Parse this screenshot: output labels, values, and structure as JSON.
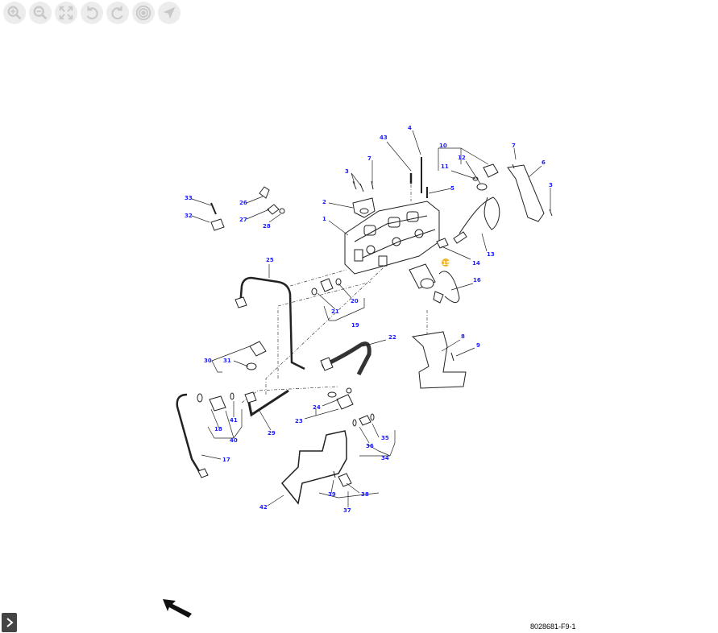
{
  "toolbar": {
    "buttons": [
      {
        "name": "zoom-in-icon"
      },
      {
        "name": "zoom-out-icon"
      },
      {
        "name": "fit-screen-icon"
      },
      {
        "name": "rotate-left-icon"
      },
      {
        "name": "rotate-right-icon"
      },
      {
        "name": "target-icon"
      },
      {
        "name": "pointer-icon"
      }
    ],
    "icon_color": "#c8c8c8"
  },
  "diagram": {
    "callouts": [
      "1",
      "2",
      "3",
      "3",
      "4",
      "5",
      "6",
      "7",
      "7",
      "8",
      "9",
      "10",
      "11",
      "12",
      "13",
      "14",
      "15",
      "16",
      "17",
      "18",
      "19",
      "20",
      "21",
      "22",
      "23",
      "24",
      "25",
      "26",
      "27",
      "28",
      "29",
      "30",
      "31",
      "32",
      "33",
      "34",
      "35",
      "36",
      "37",
      "38",
      "39",
      "40",
      "41",
      "42",
      "43"
    ],
    "highlighted_callout": "15",
    "callout_color": "#1a1aff",
    "highlight_color": "#f0b429",
    "reference_code": "8028681-F9-1"
  },
  "sidebar": {
    "toggle_icon": "chevron-right-icon"
  }
}
